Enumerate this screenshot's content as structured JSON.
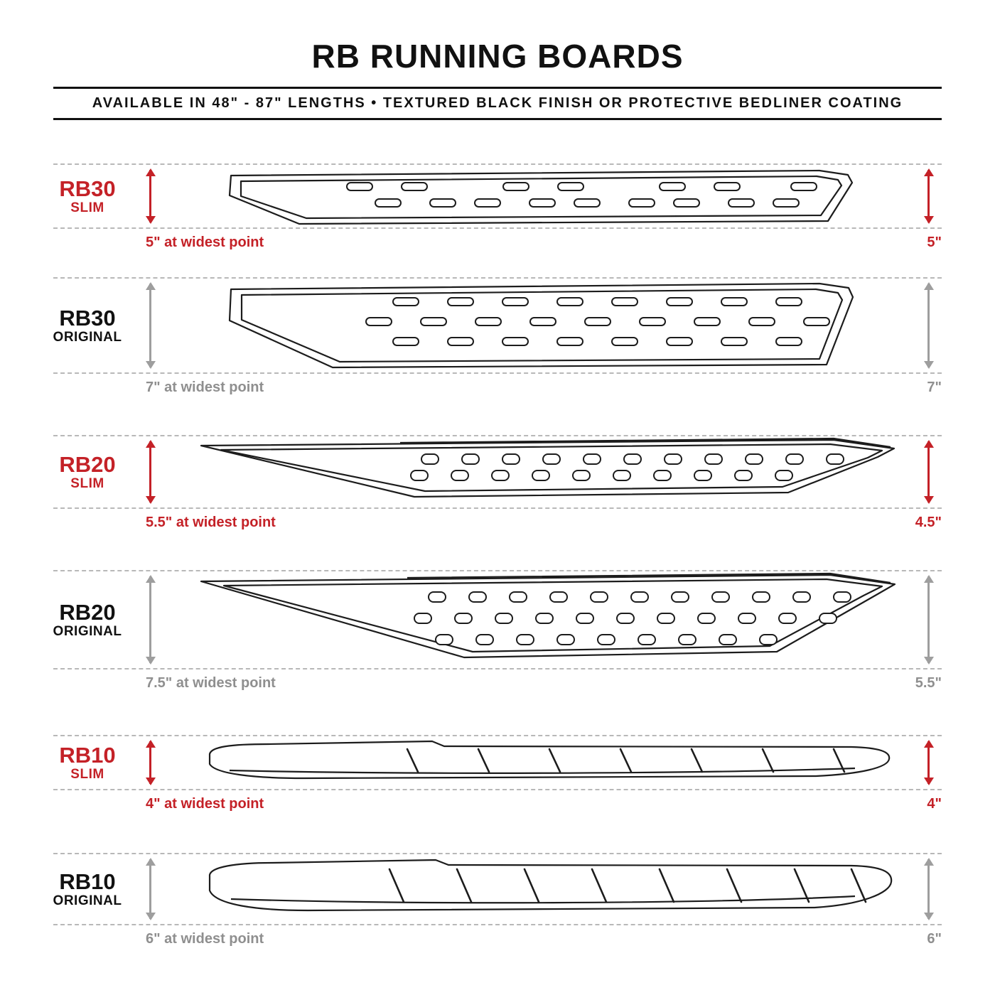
{
  "title": "RB RUNNING BOARDS",
  "subtitle": "AVAILABLE IN 48\" - 87\" LENGTHS  •  TEXTURED BLACK FINISH OR PROTECTIVE BEDLINER COATING",
  "colors": {
    "accent_red": "#C42127",
    "measure_gray": "#8f8f8f",
    "line_black": "#1a1a1a"
  },
  "rows": [
    {
      "model": "RB30",
      "variant": "SLIM",
      "width_note": "5\" at widest point",
      "height_note": "5\""
    },
    {
      "model": "RB30",
      "variant": "ORIGINAL",
      "width_note": "7\" at widest point",
      "height_note": "7\""
    },
    {
      "model": "RB20",
      "variant": "SLIM",
      "width_note": "5.5\" at widest point",
      "height_note": "4.5\""
    },
    {
      "model": "RB20",
      "variant": "ORIGINAL",
      "width_note": "7.5\" at widest point",
      "height_note": "5.5\""
    },
    {
      "model": "RB10",
      "variant": "SLIM",
      "width_note": "4\" at widest point",
      "height_note": "4\""
    },
    {
      "model": "RB10",
      "variant": "ORIGINAL",
      "width_note": "6\" at widest point",
      "height_note": "6\""
    }
  ]
}
